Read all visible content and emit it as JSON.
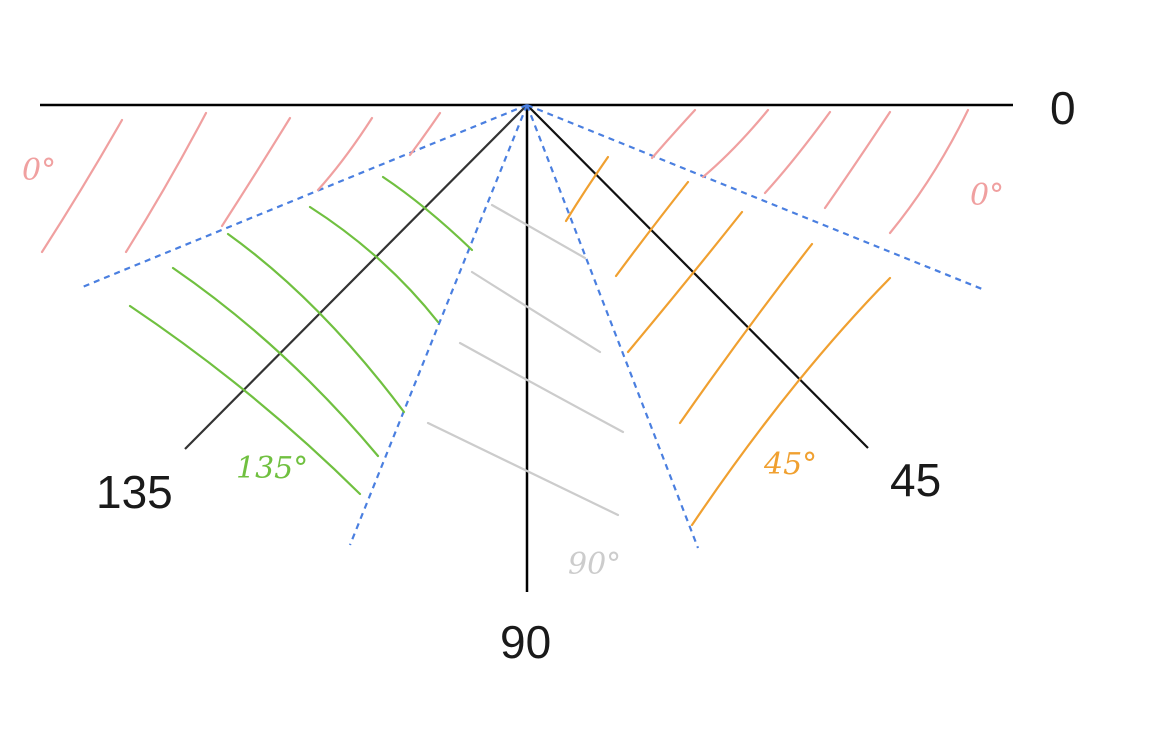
{
  "diagram": {
    "axis_labels": {
      "zero": "0",
      "forty_five": "45",
      "ninety": "90",
      "one_thirty_five": "135"
    },
    "region_labels": {
      "zero_left": "0°",
      "zero_right": "0°",
      "forty_five": "45°",
      "ninety": "90°",
      "one_thirty_five": "135°"
    },
    "colors": {
      "axis": "#000000",
      "boundary": "#4a7fe0",
      "zero_region": "#f0a0a0",
      "forty_five_region": "#f0a030",
      "ninety_region": "#cccccc",
      "one_thirty_five_region": "#70c040"
    }
  }
}
